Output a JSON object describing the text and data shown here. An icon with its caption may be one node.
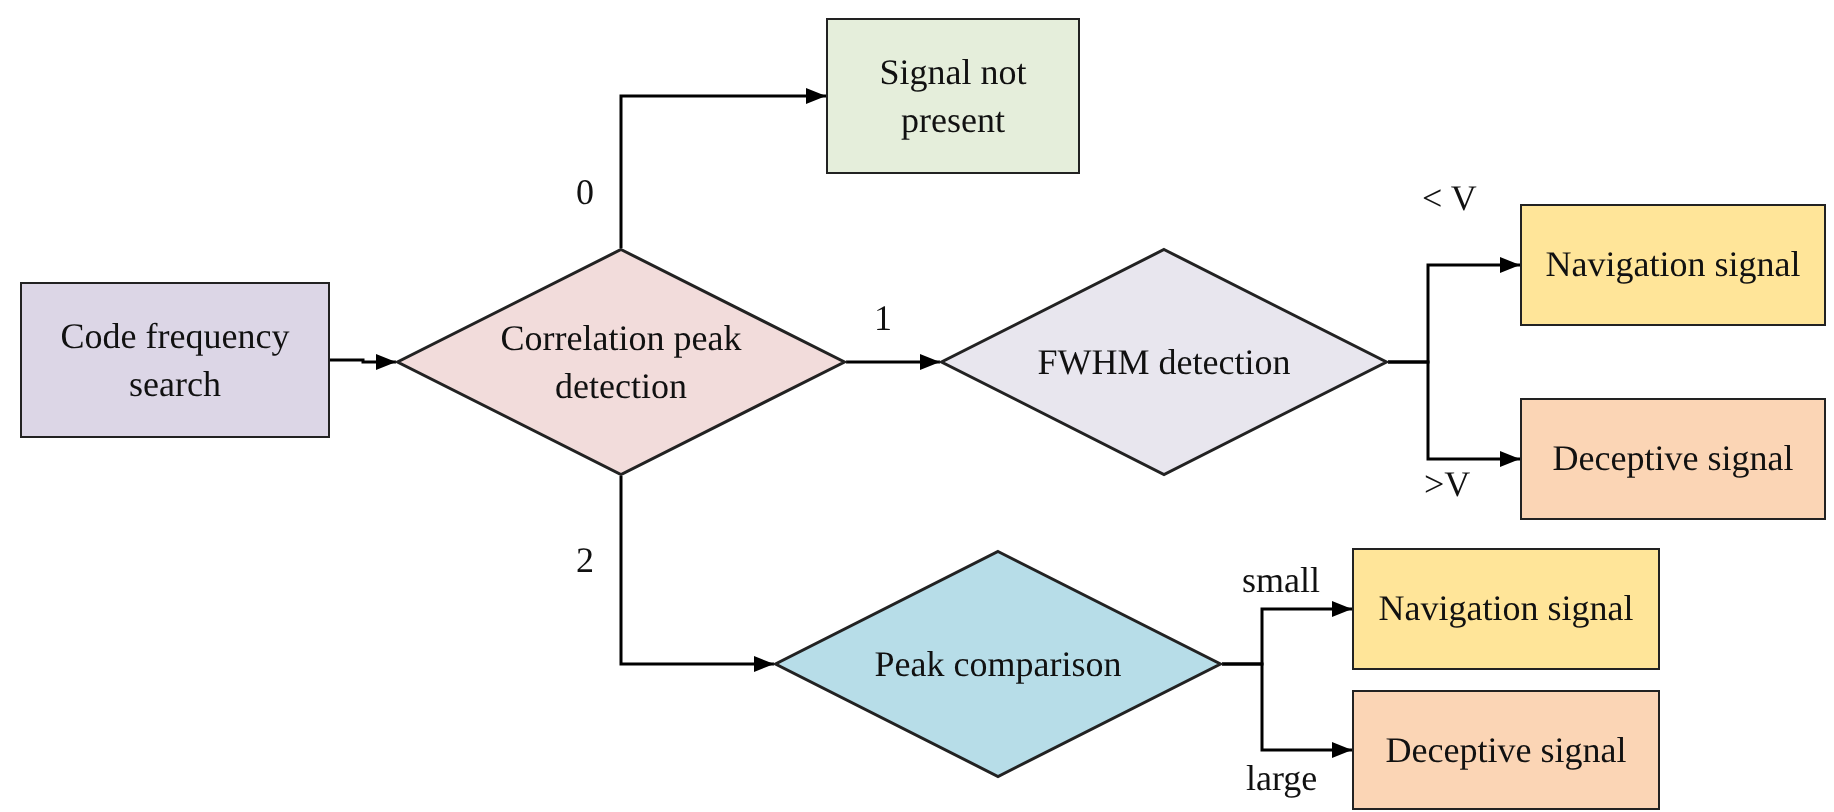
{
  "diagram": {
    "nodes": [
      {
        "text": [
          "Code frequency search"
        ]
      },
      {
        "text": [
          "Correlation peak detection"
        ]
      },
      {
        "text": [
          "Signal not present"
        ]
      },
      {
        "text": [
          "FWHM detection"
        ]
      },
      {
        "text": [
          "Navigation signal"
        ]
      },
      {
        "text": [
          "Deceptive signal"
        ]
      },
      {
        "text": [
          "Peak comparison"
        ]
      },
      {
        "text": [
          "Navigation signal"
        ]
      },
      {
        "text": [
          "Deceptive signal"
        ]
      }
    ],
    "edges": [
      {
        "from": 0,
        "to": 1,
        "arrow": "to"
      },
      {
        "from": 1,
        "to": 2,
        "arrow": "to",
        "label": "0"
      },
      {
        "from": 1,
        "to": 3,
        "arrow": "to",
        "label": "1"
      },
      {
        "from": 1,
        "to": 6,
        "arrow": "to",
        "label": "2"
      },
      {
        "from": 3,
        "to": 4,
        "arrow": "to",
        "label": "< V"
      },
      {
        "from": 3,
        "to": 5,
        "arrow": "to",
        "label": ">V"
      },
      {
        "from": 6,
        "to": 7,
        "arrow": "to",
        "label": "small"
      },
      {
        "from": 6,
        "to": 8,
        "arrow": "to",
        "label": "large"
      }
    ]
  }
}
